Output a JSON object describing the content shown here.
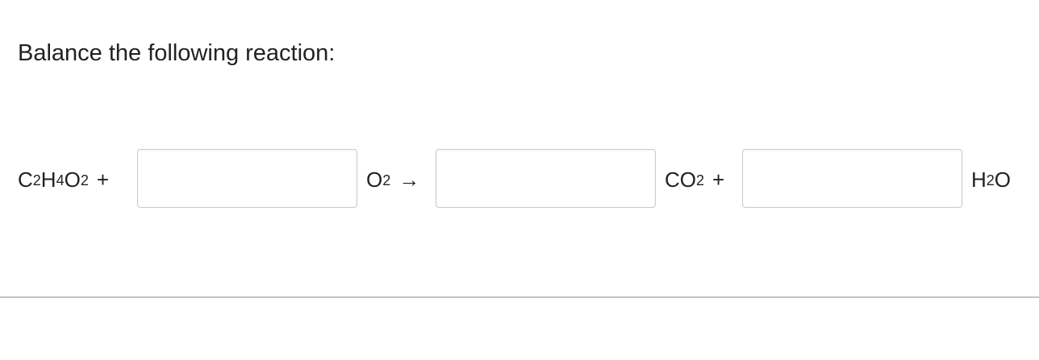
{
  "prompt": "Balance the following reaction:",
  "equation": {
    "reactant1": {
      "p1": "C",
      "s1": "2",
      "p2": "H",
      "s2": "4",
      "p3": "O",
      "s3": "2",
      "op": "+"
    },
    "reactant2": {
      "p1": "O",
      "s1": "2",
      "op": "→"
    },
    "product1": {
      "p1": "CO",
      "s1": "2",
      "op": "+"
    },
    "product2": {
      "p1": "H",
      "s1": "2",
      "p2": "O"
    }
  },
  "inputs": {
    "coef_o2": {
      "value": "",
      "placeholder": ""
    },
    "coef_co2": {
      "value": "",
      "placeholder": ""
    },
    "coef_h2o": {
      "value": "",
      "placeholder": ""
    }
  }
}
